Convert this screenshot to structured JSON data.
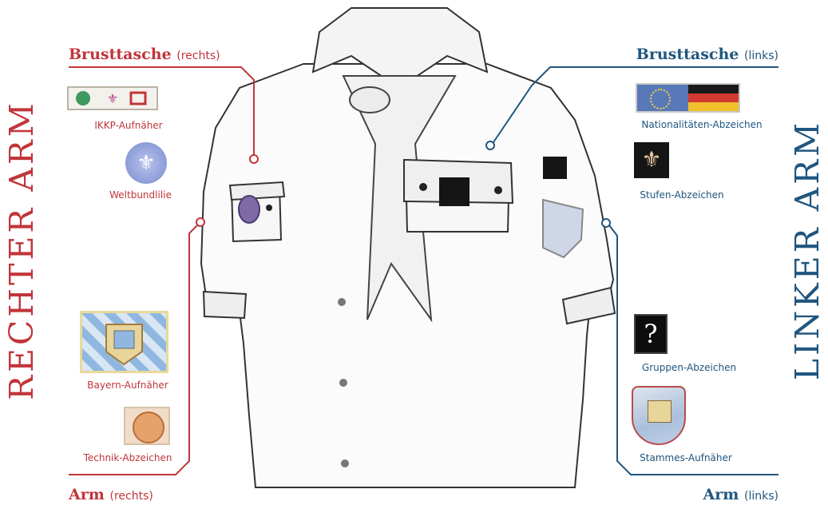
{
  "titles": {
    "right_arm": "RECHTER ARM",
    "left_arm": "LINKER ARM"
  },
  "sections": {
    "brust_rechts": {
      "main": "Brusttasche",
      "sub": "(rechts)"
    },
    "arm_rechts": {
      "main": "Arm",
      "sub": "(rechts)"
    },
    "brust_links": {
      "main": "Brusttasche",
      "sub": "(links)"
    },
    "arm_links": {
      "main": "Arm",
      "sub": "(links)"
    }
  },
  "badges": {
    "ikkp": "IKKP-Aufnäher",
    "weltbund": "Weltbundlilie",
    "bayern": "Bayern-Aufnäher",
    "technik": "Technik-Abzeichen",
    "nation": "Nationalitäten-Abzeichen",
    "stufe": "Stufen-Abzeichen",
    "gruppe": "Gruppen-Abzeichen",
    "stamm": "Stammes-Aufnäher"
  },
  "symbols": {
    "question_mark": "?",
    "fleur": "⚜"
  },
  "colors": {
    "red": "#c0353a",
    "blue": "#20567f"
  }
}
